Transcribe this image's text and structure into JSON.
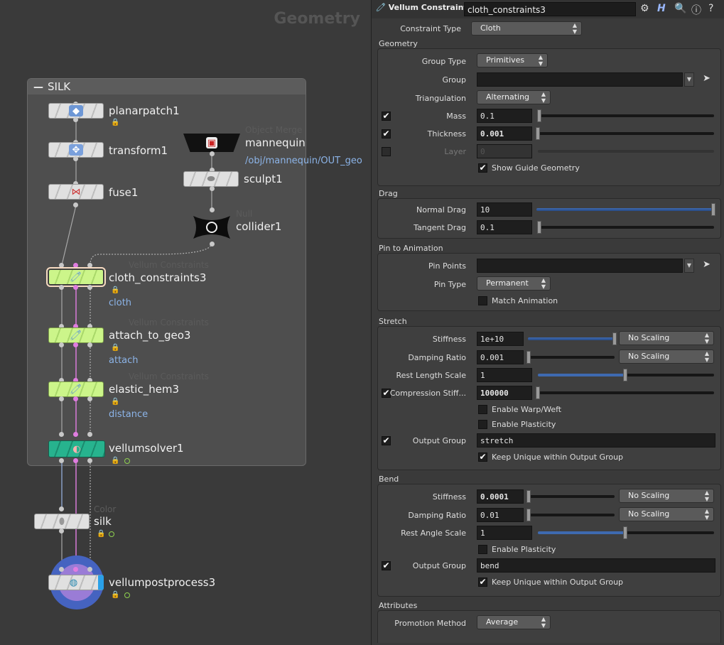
{
  "network": {
    "context": "Geometry",
    "box_title": "SILK",
    "nodes": {
      "planarpatch": {
        "name": "planarpatch1"
      },
      "transform": {
        "name": "transform1"
      },
      "fuse": {
        "name": "fuse1"
      },
      "mannequin": {
        "type": "Object Merge",
        "name": "mannequin",
        "sub": "/obj/mannequin/OUT_geo"
      },
      "sculpt": {
        "name": "sculpt1"
      },
      "collider": {
        "type": "Null",
        "name": "collider1"
      },
      "cloth": {
        "type": "Vellum Constraints",
        "name": "cloth_constraints3",
        "sub": "cloth"
      },
      "attach": {
        "type": "Vellum Constraints",
        "name": "attach_to_geo3",
        "sub": "attach"
      },
      "elastic": {
        "type": "Vellum Constraints",
        "name": "elastic_hem3",
        "sub": "distance"
      },
      "solver": {
        "name": "vellumsolver1"
      },
      "silk": {
        "type": "Color",
        "name": "silk"
      },
      "post": {
        "name": "vellumpostprocess3"
      }
    }
  },
  "params": {
    "header": {
      "op_type": "Vellum Constraints",
      "node_name": "cloth_constraints3"
    },
    "constraint_type": {
      "label": "Constraint Type",
      "value": "Cloth"
    },
    "geometry": {
      "title": "Geometry",
      "group_type": {
        "label": "Group Type",
        "value": "Primitives"
      },
      "group": {
        "label": "Group",
        "value": ""
      },
      "triangulation": {
        "label": "Triangulation",
        "value": "Alternating"
      },
      "mass": {
        "label": "Mass",
        "value": "0.1",
        "checked": true,
        "fraction": 0.0
      },
      "thickness": {
        "label": "Thickness",
        "value": "0.001",
        "checked": true,
        "fraction": 0.0
      },
      "layer": {
        "label": "Layer",
        "value": "0",
        "checked": false,
        "fraction": 0.0
      },
      "show_guide": {
        "label": "Show Guide Geometry",
        "checked": true
      }
    },
    "drag": {
      "title": "Drag",
      "normal": {
        "label": "Normal Drag",
        "value": "10",
        "fraction": 1.0
      },
      "tangent": {
        "label": "Tangent Drag",
        "value": "0.1",
        "fraction": 0.0
      }
    },
    "pin": {
      "title": "Pin to Animation",
      "pin_points": {
        "label": "Pin Points",
        "value": ""
      },
      "pin_type": {
        "label": "Pin Type",
        "value": "Permanent"
      },
      "match_anim": {
        "label": "Match Animation",
        "checked": false
      }
    },
    "stretch": {
      "title": "Stretch",
      "stiffness": {
        "label": "Stiffness",
        "value": "1e+10",
        "scaling": "No Scaling",
        "fraction": 1.0
      },
      "damping": {
        "label": "Damping Ratio",
        "value": "0.001",
        "scaling": "No Scaling",
        "fraction": 0.0
      },
      "rest_length": {
        "label": "Rest Length Scale",
        "value": "1",
        "fraction": 0.5
      },
      "compression": {
        "label": "Compression Stiff...",
        "value": "100000",
        "checked": true,
        "fraction": 0.0
      },
      "warp_weft": {
        "label": "Enable Warp/Weft",
        "checked": false
      },
      "plasticity": {
        "label": "Enable Plasticity",
        "checked": false
      },
      "output_group": {
        "label": "Output Group",
        "value": "stretch",
        "checked": true
      },
      "keep_unique": {
        "label": "Keep Unique within Output Group",
        "checked": true
      }
    },
    "bend": {
      "title": "Bend",
      "stiffness": {
        "label": "Stiffness",
        "value": "0.0001",
        "scaling": "No Scaling",
        "fraction": 0.0
      },
      "damping": {
        "label": "Damping Ratio",
        "value": "0.01",
        "scaling": "No Scaling",
        "fraction": 0.0
      },
      "rest_angle": {
        "label": "Rest Angle Scale",
        "value": "1",
        "fraction": 0.5
      },
      "plasticity": {
        "label": "Enable Plasticity",
        "checked": false
      },
      "output_group": {
        "label": "Output Group",
        "value": "bend",
        "checked": true
      },
      "keep_unique": {
        "label": "Keep Unique within Output Group",
        "checked": true
      }
    },
    "attributes": {
      "title": "Attributes",
      "promotion": {
        "label": "Promotion Method",
        "value": "Average"
      }
    }
  }
}
